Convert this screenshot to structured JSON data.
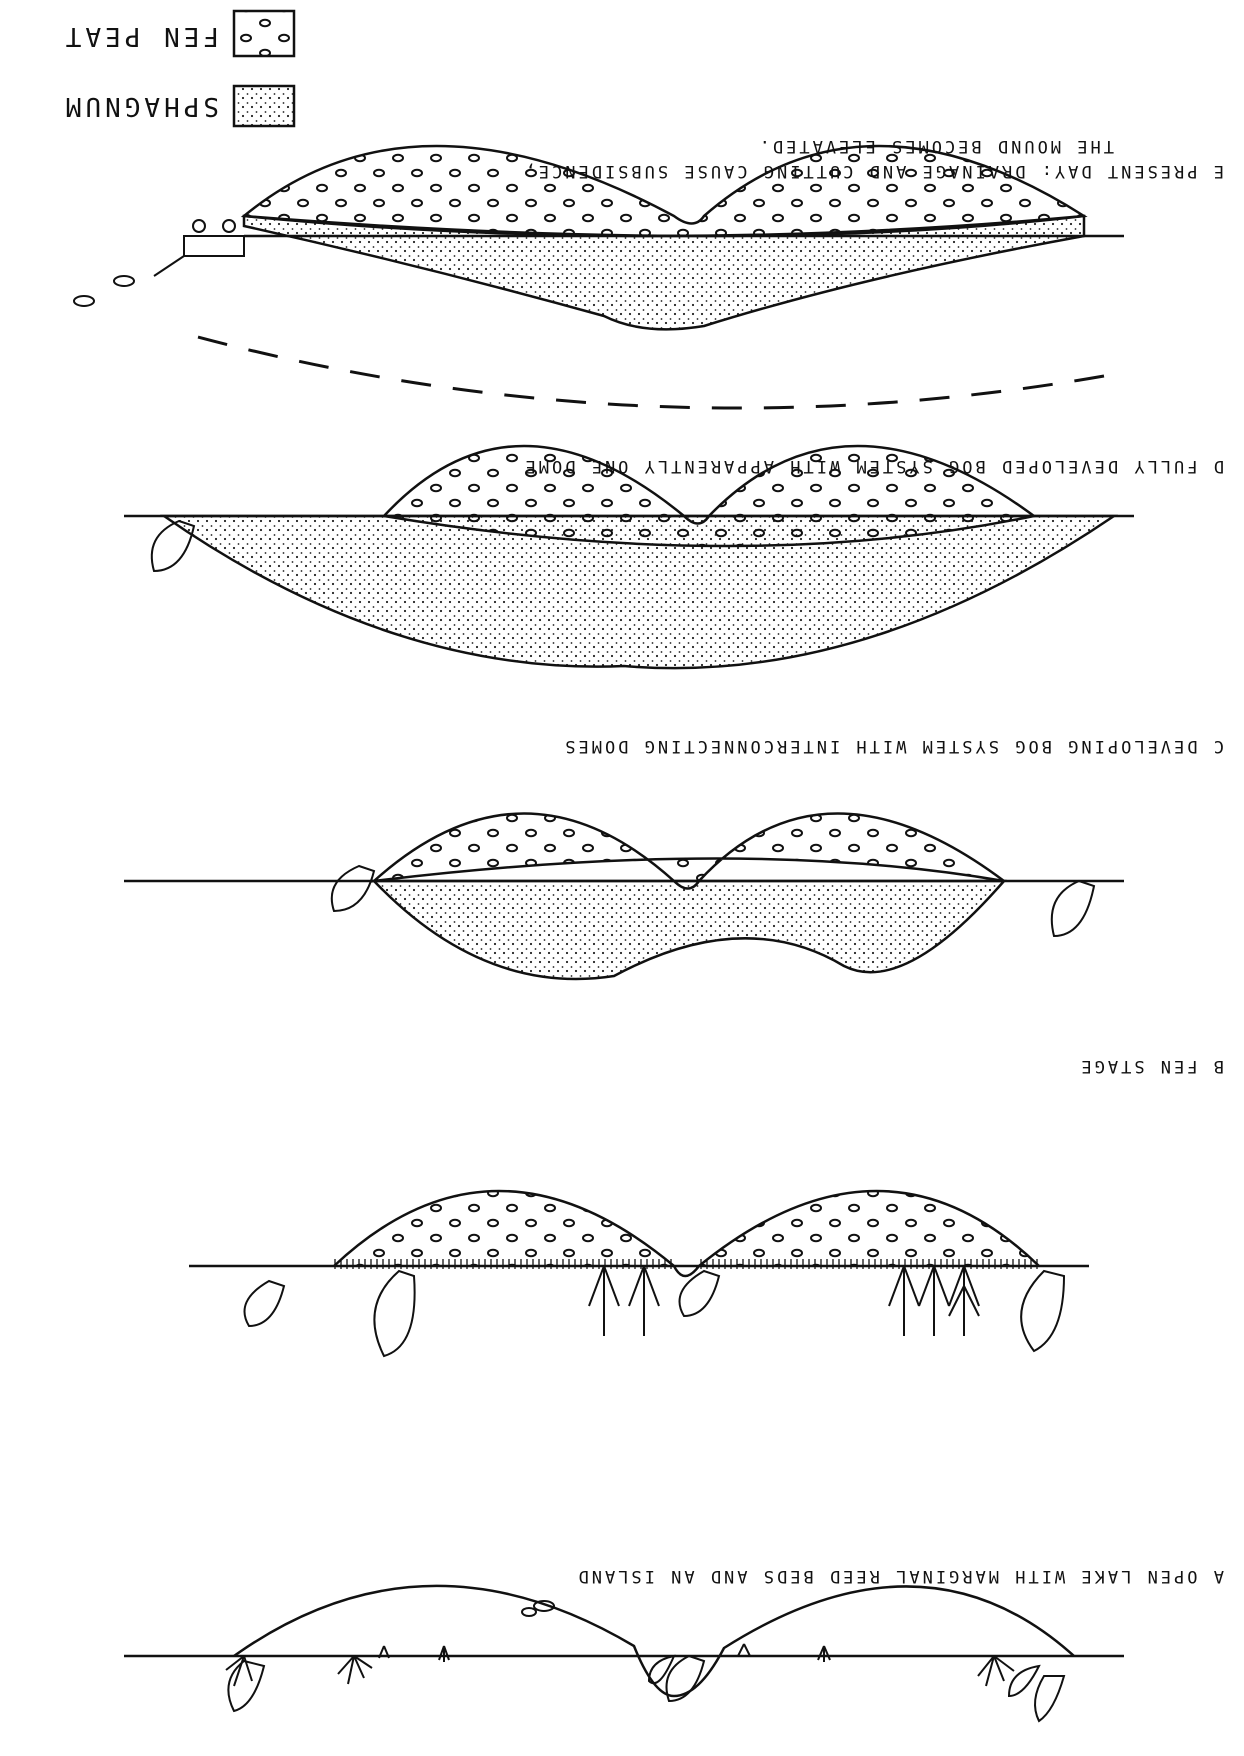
{
  "panels": [
    {
      "id": "A",
      "label": "A  OPEN LAKE WITH MARGINAL REED BEDS AND AN ISLAND"
    },
    {
      "id": "B",
      "label": "B  FEN STAGE"
    },
    {
      "id": "C",
      "label": "C  DEVELOPING BOG SYSTEM WITH INTERCONNECTING DOMES"
    },
    {
      "id": "D",
      "label": "D  FULLY DEVELOPED BOG SYSTEM WITH APPARENTLY ONE DOME"
    },
    {
      "id": "E",
      "label": "E  PRESENT DAY: DRAINAGE AND CUTTING CAUSE SUBSIDENCE,",
      "label2": "THE MOUND BECOMES ELEVATED."
    }
  ],
  "legend": {
    "sphagnum": "SPHAGNUM",
    "fen_peat": "FEN PEAT"
  }
}
